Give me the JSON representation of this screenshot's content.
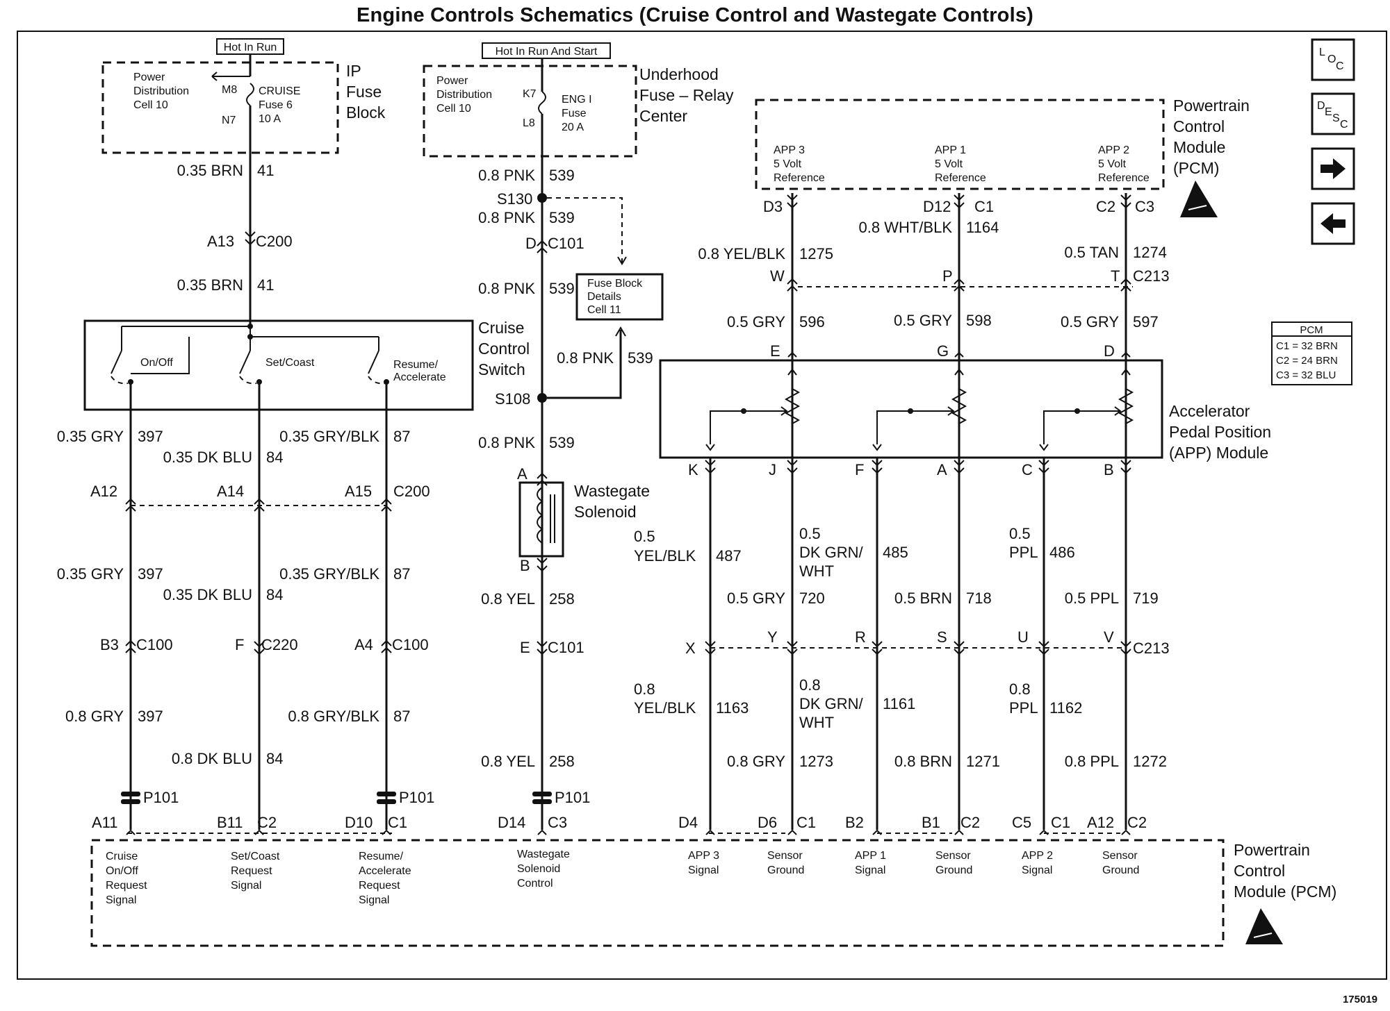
{
  "title": "Engine Controls Schematics (Cruise Control and Wastegate Controls)",
  "figure_id": "175019",
  "nav": {
    "loc": [
      "L",
      "O",
      "C"
    ],
    "desc": [
      "D",
      "E",
      "S",
      "C"
    ],
    "next": "next-arrow-icon",
    "prev": "previous-arrow-icon"
  },
  "pcm_legend": [
    "PCM",
    "C1 = 32 BRN",
    "C2 = 24 BRN",
    "C3 = 32 BLU"
  ],
  "ip_fuse": {
    "hot": "Hot In Run",
    "pdc": [
      "Power",
      "Distribution",
      "Cell 10"
    ],
    "fuse": [
      "CRUISE",
      "Fuse 6",
      "10 A"
    ],
    "pins": [
      "M8",
      "N7"
    ],
    "name": [
      "IP",
      "Fuse",
      "Block"
    ]
  },
  "uh_fuse": {
    "hot": "Hot In Run And Start",
    "pdc": [
      "Power",
      "Distribution",
      "Cell 10"
    ],
    "fuse": [
      "ENG I",
      "Fuse",
      "20 A"
    ],
    "pins": [
      "K7",
      "L8"
    ],
    "name": [
      "Underhood",
      "Fuse – Relay",
      "Center"
    ]
  },
  "pcm_top": {
    "name": [
      "Powertrain",
      "Control",
      "Module",
      "(PCM)"
    ],
    "refs": [
      [
        "APP 3",
        "5 Volt",
        "Reference"
      ],
      [
        "APP 1",
        "5 Volt",
        "Reference"
      ],
      [
        "APP 2",
        "5 Volt",
        "Reference"
      ]
    ]
  },
  "cruise_switch": {
    "name": [
      "Cruise",
      "Control",
      "Switch"
    ],
    "labels": [
      "On/Off",
      "Set/Coast",
      "Resume/",
      "Accelerate"
    ]
  },
  "fuse_details": [
    "Fuse Block",
    "Details",
    "Cell 11"
  ],
  "wastegate": [
    "Wastegate",
    "Solenoid"
  ],
  "app_module": [
    "Accelerator",
    "Pedal Position",
    "(APP) Module"
  ],
  "pcm_bottom": {
    "name": [
      "Powertrain",
      "Control",
      "Module (PCM)"
    ],
    "signals": [
      [
        "Cruise",
        "On/Off",
        "Request",
        "Signal"
      ],
      [
        "Set/Coast",
        "Request",
        "Signal"
      ],
      [
        "Resume/",
        "Accelerate",
        "Request",
        "Signal"
      ],
      [
        "Wastegate",
        "Solenoid",
        "Control"
      ],
      [
        "APP 3",
        "Signal"
      ],
      [
        "Sensor",
        "Ground"
      ],
      [
        "APP 1",
        "Signal"
      ],
      [
        "Sensor",
        "Ground"
      ],
      [
        "APP 2",
        "Signal"
      ],
      [
        "Sensor",
        "Ground"
      ]
    ]
  },
  "wires": [
    [
      "0.35 BRN",
      "41"
    ],
    [
      "0.35 BRN",
      "41"
    ],
    [
      "0.35 GRY",
      "397"
    ],
    [
      "0.35 DK BLU",
      "84"
    ],
    [
      "0.35 GRY/BLK",
      "87"
    ],
    [
      "0.35 GRY",
      "397"
    ],
    [
      "0.35 DK BLU",
      "84"
    ],
    [
      "0.35 GRY/BLK",
      "87"
    ],
    [
      "0.8 GRY",
      "397"
    ],
    [
      "0.8 DK BLU",
      "84"
    ],
    [
      "0.8 GRY/BLK",
      "87"
    ],
    [
      "0.8 PNK",
      "539"
    ],
    [
      "0.8 PNK",
      "539"
    ],
    [
      "0.8 PNK",
      "539"
    ],
    [
      "0.8 PNK",
      "539"
    ],
    [
      "0.8 PNK",
      "539"
    ],
    [
      "0.8 YEL",
      "258"
    ],
    [
      "0.8 YEL",
      "258"
    ],
    [
      "0.8 YEL/BLK",
      "1275"
    ],
    [
      "0.8 WHT/BLK",
      "1164"
    ],
    [
      "0.5 TAN",
      "1274"
    ],
    [
      "0.5 GRY",
      "596"
    ],
    [
      "0.5 GRY",
      "598"
    ],
    [
      "0.5 GRY",
      "597"
    ],
    [
      "0.5 GRY",
      "720"
    ],
    [
      "0.5 BRN",
      "718"
    ],
    [
      "0.5 PPL",
      "719"
    ],
    [
      "0.8 GRY",
      "1273"
    ],
    [
      "0.8 BRN",
      "1271"
    ],
    [
      "0.8 PPL",
      "1272"
    ],
    [
      "0.5",
      "YEL/BLK",
      "487"
    ],
    [
      "0.5",
      "DK GRN/",
      "WHT",
      "485"
    ],
    [
      "0.5",
      "PPL",
      "486"
    ],
    [
      "0.8",
      "YEL/BLK",
      "1163"
    ],
    [
      "0.8",
      "DK GRN/",
      "WHT",
      "1161"
    ],
    [
      "0.8",
      "PPL",
      "1162"
    ]
  ],
  "connectors": {
    "c200_a13": [
      "A13",
      "C200"
    ],
    "c200_row": [
      "A12",
      "A14",
      "A15",
      "C200"
    ],
    "c100_b3": [
      "B3",
      "C100"
    ],
    "c220_f": [
      "F",
      "C220"
    ],
    "c100_a4": [
      "A4",
      "C100"
    ],
    "p101": "P101",
    "pcm_row": [
      "A11",
      "B11",
      "C2",
      "D10",
      "C1",
      "D14",
      "C3",
      "D4",
      "D6",
      "C1",
      "B2",
      "B1",
      "C2",
      "C5",
      "C1",
      "A12",
      "C2"
    ],
    "s130": "S130",
    "s108": "S108",
    "c101_d": [
      "D",
      "C101"
    ],
    "c101_e": [
      "E",
      "C101"
    ],
    "ws_pins": [
      "A",
      "B"
    ],
    "pcm_top_pins": [
      "D3",
      "D12",
      "C1",
      "C2",
      "C3"
    ],
    "c213_top": [
      "W",
      "P",
      "T",
      "C213"
    ],
    "app_top": [
      "E",
      "G",
      "D"
    ],
    "app_bottom": [
      "K",
      "J",
      "F",
      "A",
      "C",
      "B"
    ],
    "c213_bottom": [
      "X",
      "Y",
      "R",
      "S",
      "U",
      "V",
      "C213"
    ]
  }
}
